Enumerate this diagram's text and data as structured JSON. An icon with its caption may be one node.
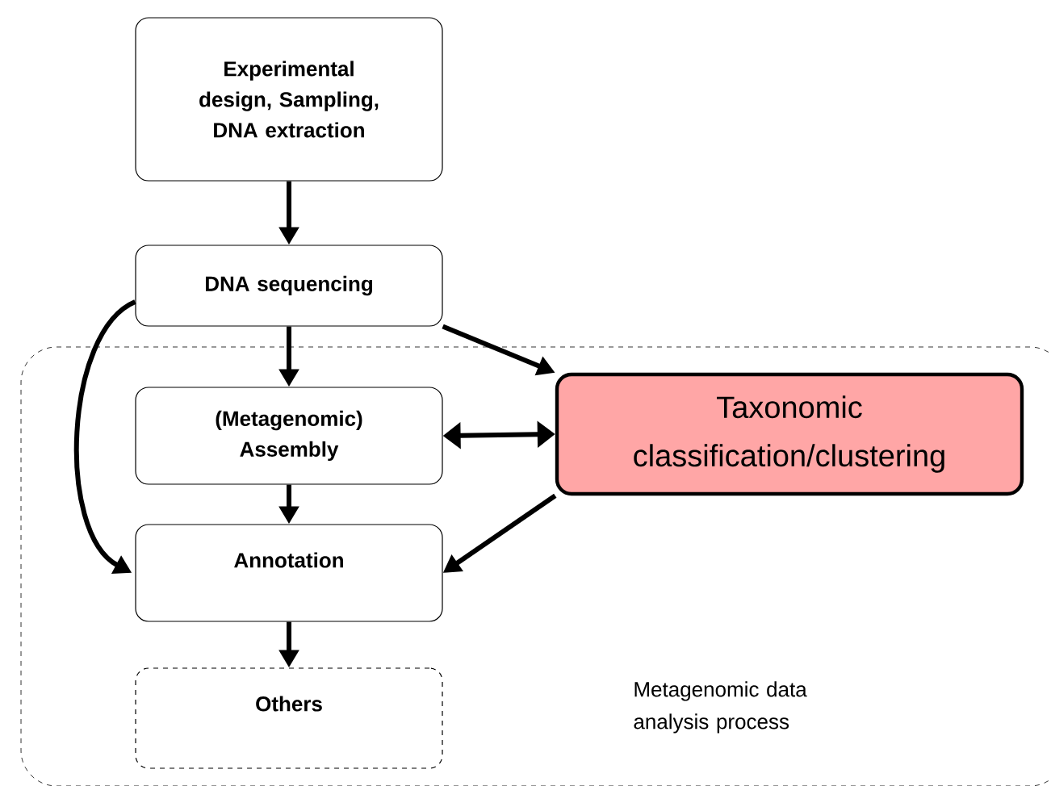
{
  "diagram": {
    "nodes": [
      {
        "text": [
          "Experimental design, Sampling, DNA extraction"
        ]
      },
      {
        "text": [
          "DNA sequencing"
        ]
      },
      {
        "text": [
          "Metagenomic data analysis process"
        ]
      },
      {
        "text": [
          "(Metagenomic) Assembly"
        ],
        "in": 2
      },
      {
        "text": [
          "Taxonomic classification/clustering"
        ],
        "in": 2
      },
      {
        "text": [
          "Annotation"
        ],
        "in": 2
      },
      {
        "text": [
          "Others"
        ],
        "in": 2
      }
    ],
    "edges": [
      {
        "from": 0,
        "to": 1,
        "arrow": "to"
      },
      {
        "from": 1,
        "to": 3,
        "arrow": "to"
      },
      {
        "from": 1,
        "to": 4,
        "arrow": "to"
      },
      {
        "from": 1,
        "to": 5,
        "arrow": "to"
      },
      {
        "from": 3,
        "to": 4,
        "arrow": "both"
      },
      {
        "from": 3,
        "to": 5,
        "arrow": "to"
      },
      {
        "from": 4,
        "to": 5,
        "arrow": "to"
      },
      {
        "from": 5,
        "to": 6,
        "arrow": "to"
      }
    ]
  }
}
